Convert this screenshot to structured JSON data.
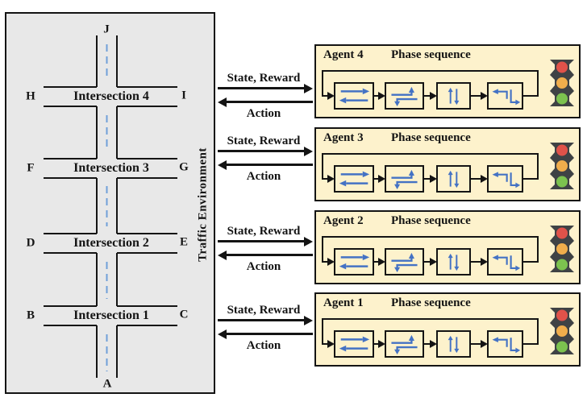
{
  "figure": {
    "description": "Multi-agent reinforcement learning traffic signal control diagram: a traffic environment with four intersections exchanging state/reward and action with four agents, each cycling through a four-phase signal sequence"
  },
  "env": {
    "title": "Traffic Environment",
    "top_label": "J",
    "bottom_label": "A",
    "intersections": [
      {
        "name": "Intersection 4",
        "left_label": "H",
        "right_label": "I"
      },
      {
        "name": "Intersection 3",
        "left_label": "F",
        "right_label": "G"
      },
      {
        "name": "Intersection 2",
        "left_label": "D",
        "right_label": "E"
      },
      {
        "name": "Intersection 1",
        "left_label": "B",
        "right_label": "C"
      }
    ]
  },
  "channel": {
    "state_label": "State, Reward",
    "action_label": "Action"
  },
  "agents": [
    {
      "name": "Agent 4",
      "phase_title": "Phase sequence"
    },
    {
      "name": "Agent 3",
      "phase_title": "Phase sequence"
    },
    {
      "name": "Agent 2",
      "phase_title": "Phase sequence"
    },
    {
      "name": "Agent 1",
      "phase_title": "Phase sequence"
    }
  ],
  "phase_sequence_icons": [
    "east-west-through-icon",
    "east-west-left-turn-icon",
    "north-south-through-icon",
    "north-south-left-turn-icon"
  ],
  "traffic_light_icon": [
    "red-light",
    "amber-light",
    "green-light"
  ],
  "colors": {
    "environment_bg": "#e8e8e8",
    "agent_bg": "#fdf2cc",
    "phase_arrow_blue": "#4472c4",
    "lane_dash_blue": "#6f9fd8",
    "arrow_black": "#141414",
    "light_red": "#e0524a",
    "light_amber": "#f0ad4c",
    "light_green": "#7cc24f",
    "light_housing": "#3f4245"
  }
}
